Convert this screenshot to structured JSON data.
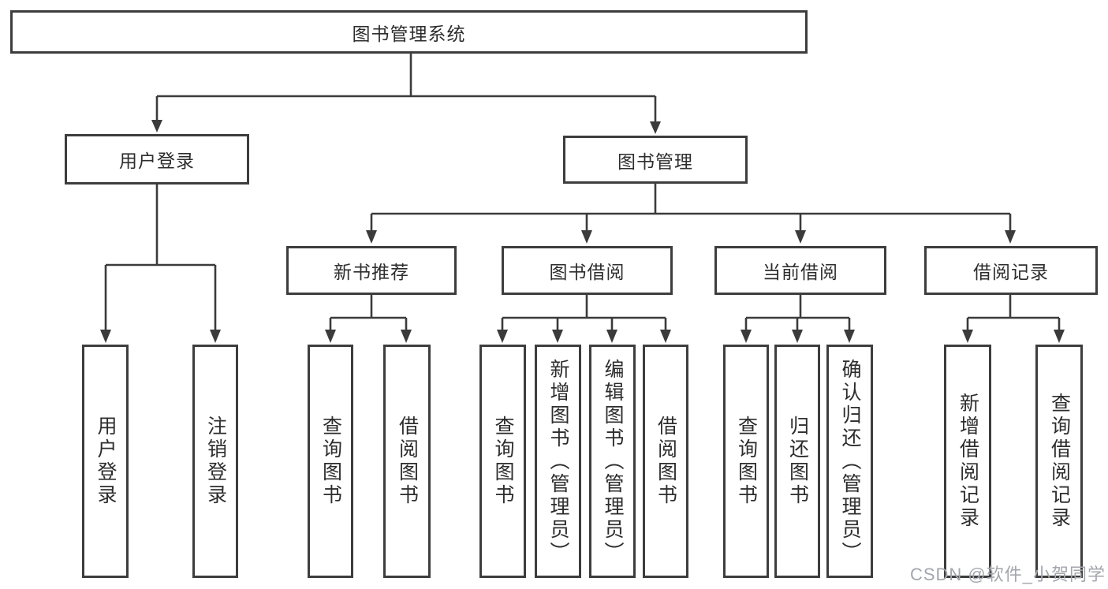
{
  "diagram": {
    "root": {
      "label": "图书管理系统"
    },
    "level2": [
      {
        "label": "用户登录"
      },
      {
        "label": "图书管理"
      }
    ],
    "level3": [
      {
        "label": "新书推荐",
        "parent": "图书管理"
      },
      {
        "label": "图书借阅",
        "parent": "图书管理"
      },
      {
        "label": "当前借阅",
        "parent": "图书管理"
      },
      {
        "label": "借阅记录",
        "parent": "图书管理"
      }
    ],
    "leaves": [
      {
        "label": "用户登录",
        "parent": "用户登录"
      },
      {
        "label": "注销登录",
        "parent": "用户登录"
      },
      {
        "label": "查询图书",
        "parent": "新书推荐"
      },
      {
        "label": "借阅图书",
        "parent": "新书推荐"
      },
      {
        "label": "查询图书",
        "parent": "图书借阅"
      },
      {
        "label": "新增图书（管理员）",
        "parent": "图书借阅"
      },
      {
        "label": "编辑图书（管理员）",
        "parent": "图书借阅"
      },
      {
        "label": "借阅图书",
        "parent": "图书借阅"
      },
      {
        "label": "查询图书",
        "parent": "当前借阅"
      },
      {
        "label": "归还图书",
        "parent": "当前借阅"
      },
      {
        "label": "确认归还（管理员）",
        "parent": "当前借阅"
      },
      {
        "label": "新增借阅记录",
        "parent": "借阅记录"
      },
      {
        "label": "查询借阅记录",
        "parent": "借阅记录"
      }
    ],
    "watermark": "CSDN @软件_小贺同学",
    "colors": {
      "line": "#3b3b3b",
      "box_border": "#3d3d3d",
      "box_fill": "#ffffff",
      "text": "#2d2d2d",
      "watermark": "#a3a6ad"
    }
  }
}
